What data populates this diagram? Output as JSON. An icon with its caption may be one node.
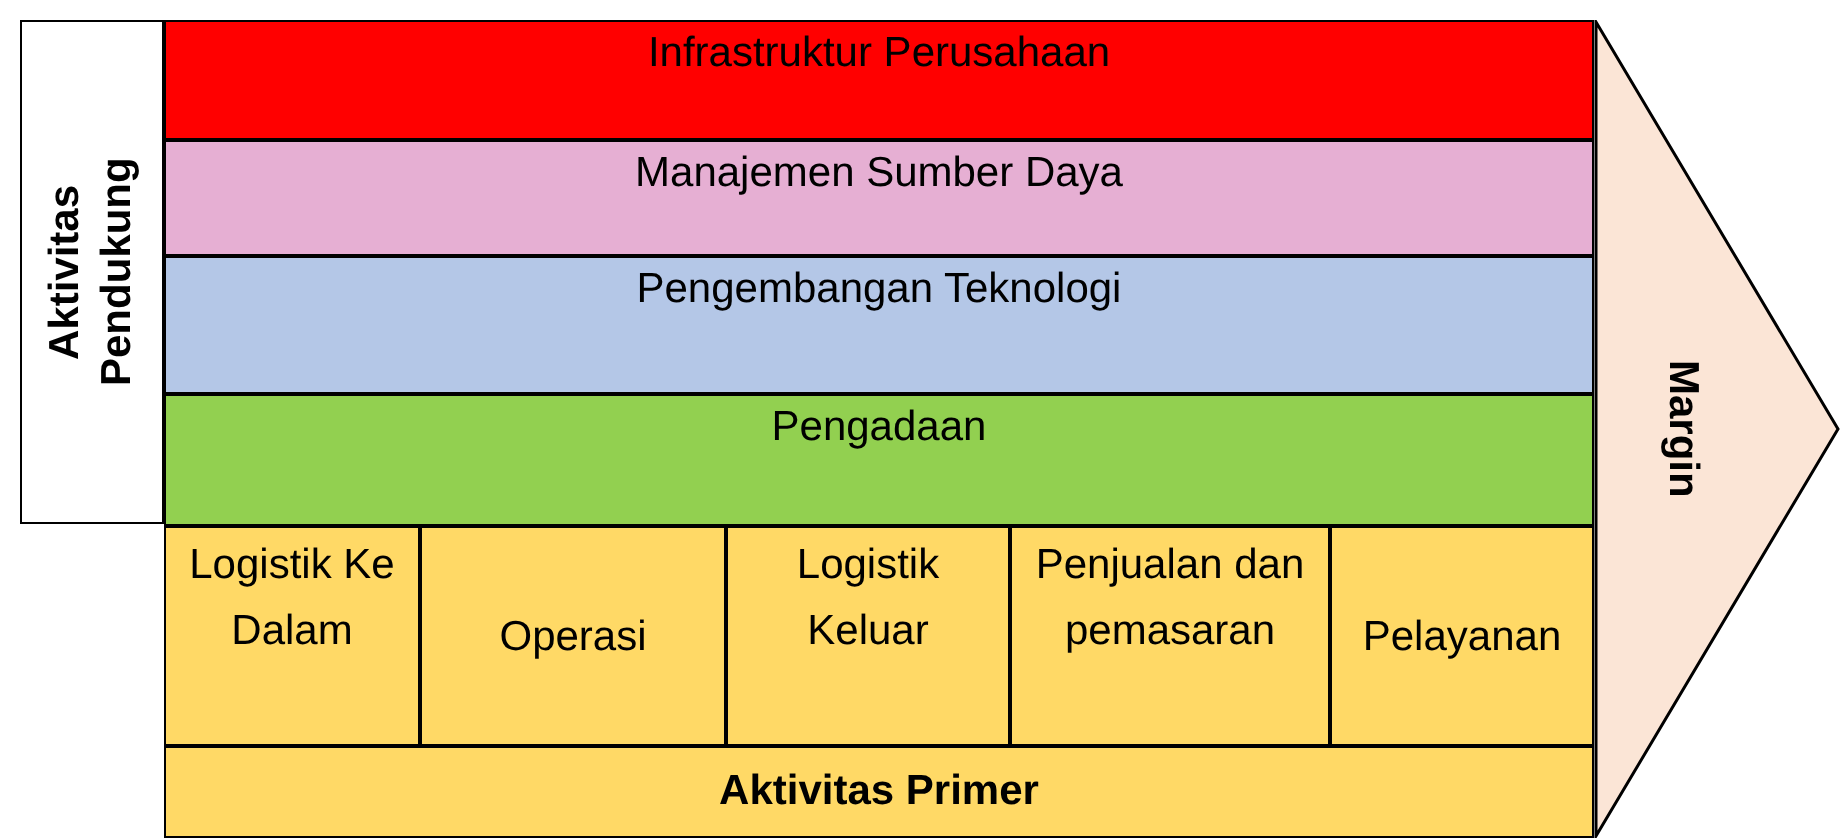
{
  "diagram": {
    "nodes": [
      {
        "text": [
          "Aktivitas Pendukung"
        ]
      },
      {
        "text": [
          "Infrastruktur Perusahaan"
        ]
      },
      {
        "text": [
          "Manajemen Sumber Daya"
        ]
      },
      {
        "text": [
          "Pengembangan Teknologi"
        ]
      },
      {
        "text": [
          "Pengadaan"
        ]
      },
      {
        "text": [
          "Logistik Ke Dalam"
        ]
      },
      {
        "text": [
          "Operasi"
        ]
      },
      {
        "text": [
          "Logistik Keluar"
        ]
      },
      {
        "text": [
          "Penjualan dan pemasaran"
        ]
      },
      {
        "text": [
          "Pelayanan"
        ]
      },
      {
        "text": [
          "Aktivitas Primer"
        ]
      },
      {
        "text": [
          "Margin"
        ]
      }
    ],
    "edges": []
  }
}
